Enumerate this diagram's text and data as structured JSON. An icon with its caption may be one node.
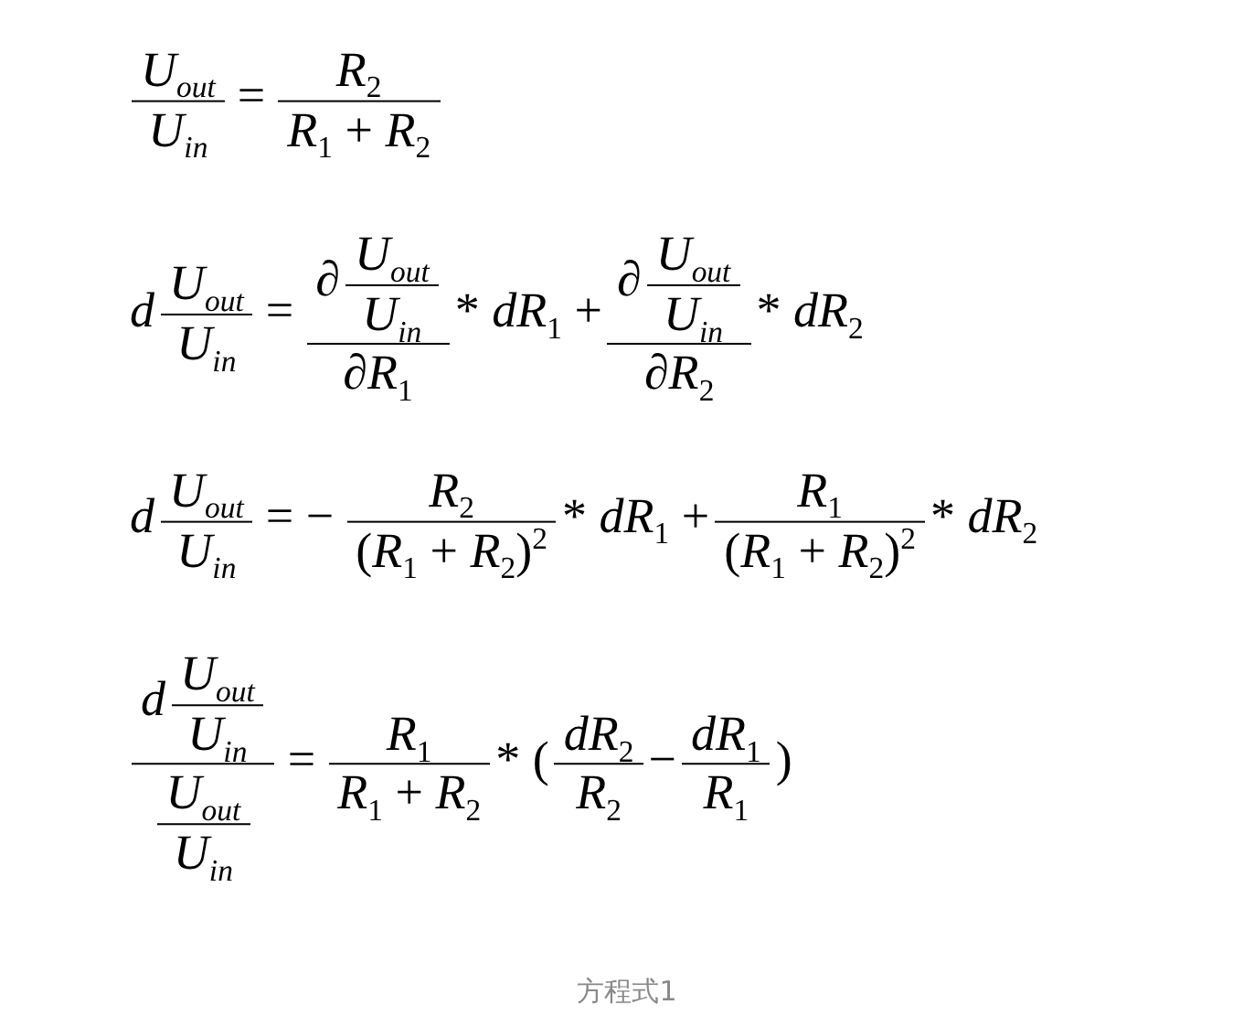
{
  "diagram": {
    "caption": "方程式1",
    "labels": [
      "U$_{out}$",
      "U$_{in}$",
      "=",
      "R$_{2}$",
      "R$_{1}$ + R$_{2}$",
      "d",
      "U$_{out}$",
      "U$_{in}$",
      "=",
      "∂",
      "U$_{out}$",
      "U$_{in}$",
      "∂R$_{1}$",
      "* dR$_{1}$ +",
      "∂",
      "U$_{out}$",
      "U$_{in}$",
      "∂R$_{2}$",
      "* dR$_{2}$",
      "d",
      "U$_{out}$",
      "U$_{in}$",
      "= −",
      "R$_{2}$",
      "(R$_{1}$ + R$_{2}$)$^{2}$",
      "* dR$_{1}$ +",
      "R$_{1}$",
      "(R$_{1}$ + R$_{2}$)$^{2}$",
      "* dR$_{2}$",
      "d",
      "U$_{out}$",
      "U$_{in}$",
      "U$_{out}$",
      "U$_{in}$",
      "=",
      "R$_{1}$",
      "R$_{1}$ + R$_{2}$",
      "* (",
      "dR$_{2}$",
      "R$_{2}$",
      "−",
      "dR$_{1}$",
      "R$_{1}$",
      ")"
    ]
  }
}
